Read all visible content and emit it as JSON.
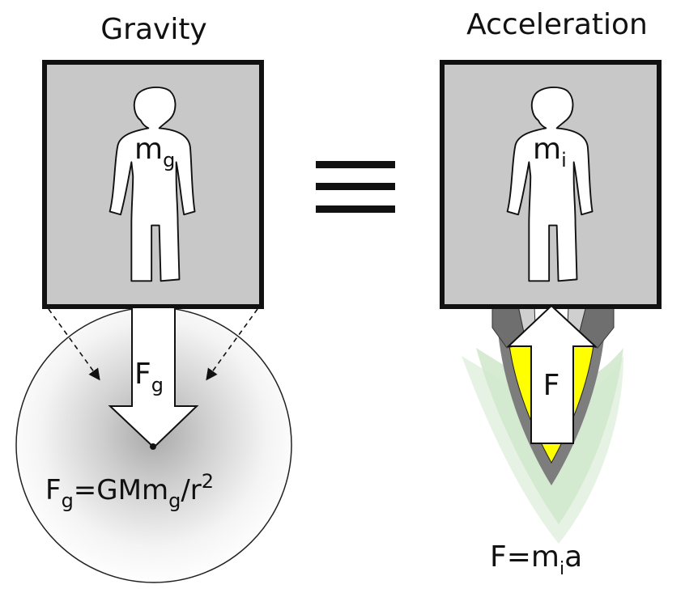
{
  "gravity": {
    "title": "Gravity",
    "mass_label": {
      "base": "m",
      "sub": "g"
    },
    "force_label": {
      "base": "F",
      "sub": "g"
    },
    "equation": {
      "f": "F",
      "f_sub": "g",
      "mid": "=GMm",
      "m_sub": "g",
      "tail": "/r",
      "exp": "2"
    }
  },
  "equivalence_symbol": "≡",
  "acceleration": {
    "title": "Acceleration",
    "mass_label": {
      "base": "m",
      "sub": "i"
    },
    "force_label": "F",
    "equation": {
      "lead": "F=m",
      "m_sub": "i",
      "tail": "a"
    }
  },
  "colors": {
    "box_fill": "#c8c8c8",
    "outline": "#111111",
    "planet_shade": "#cfcfcf",
    "flame_yellow": "#ffff00",
    "flame_gray": "#808080",
    "exhaust_green": "#d6ecd2",
    "nozzle_dark": "#6e6e6e",
    "nozzle_light": "#cfcfcf"
  }
}
